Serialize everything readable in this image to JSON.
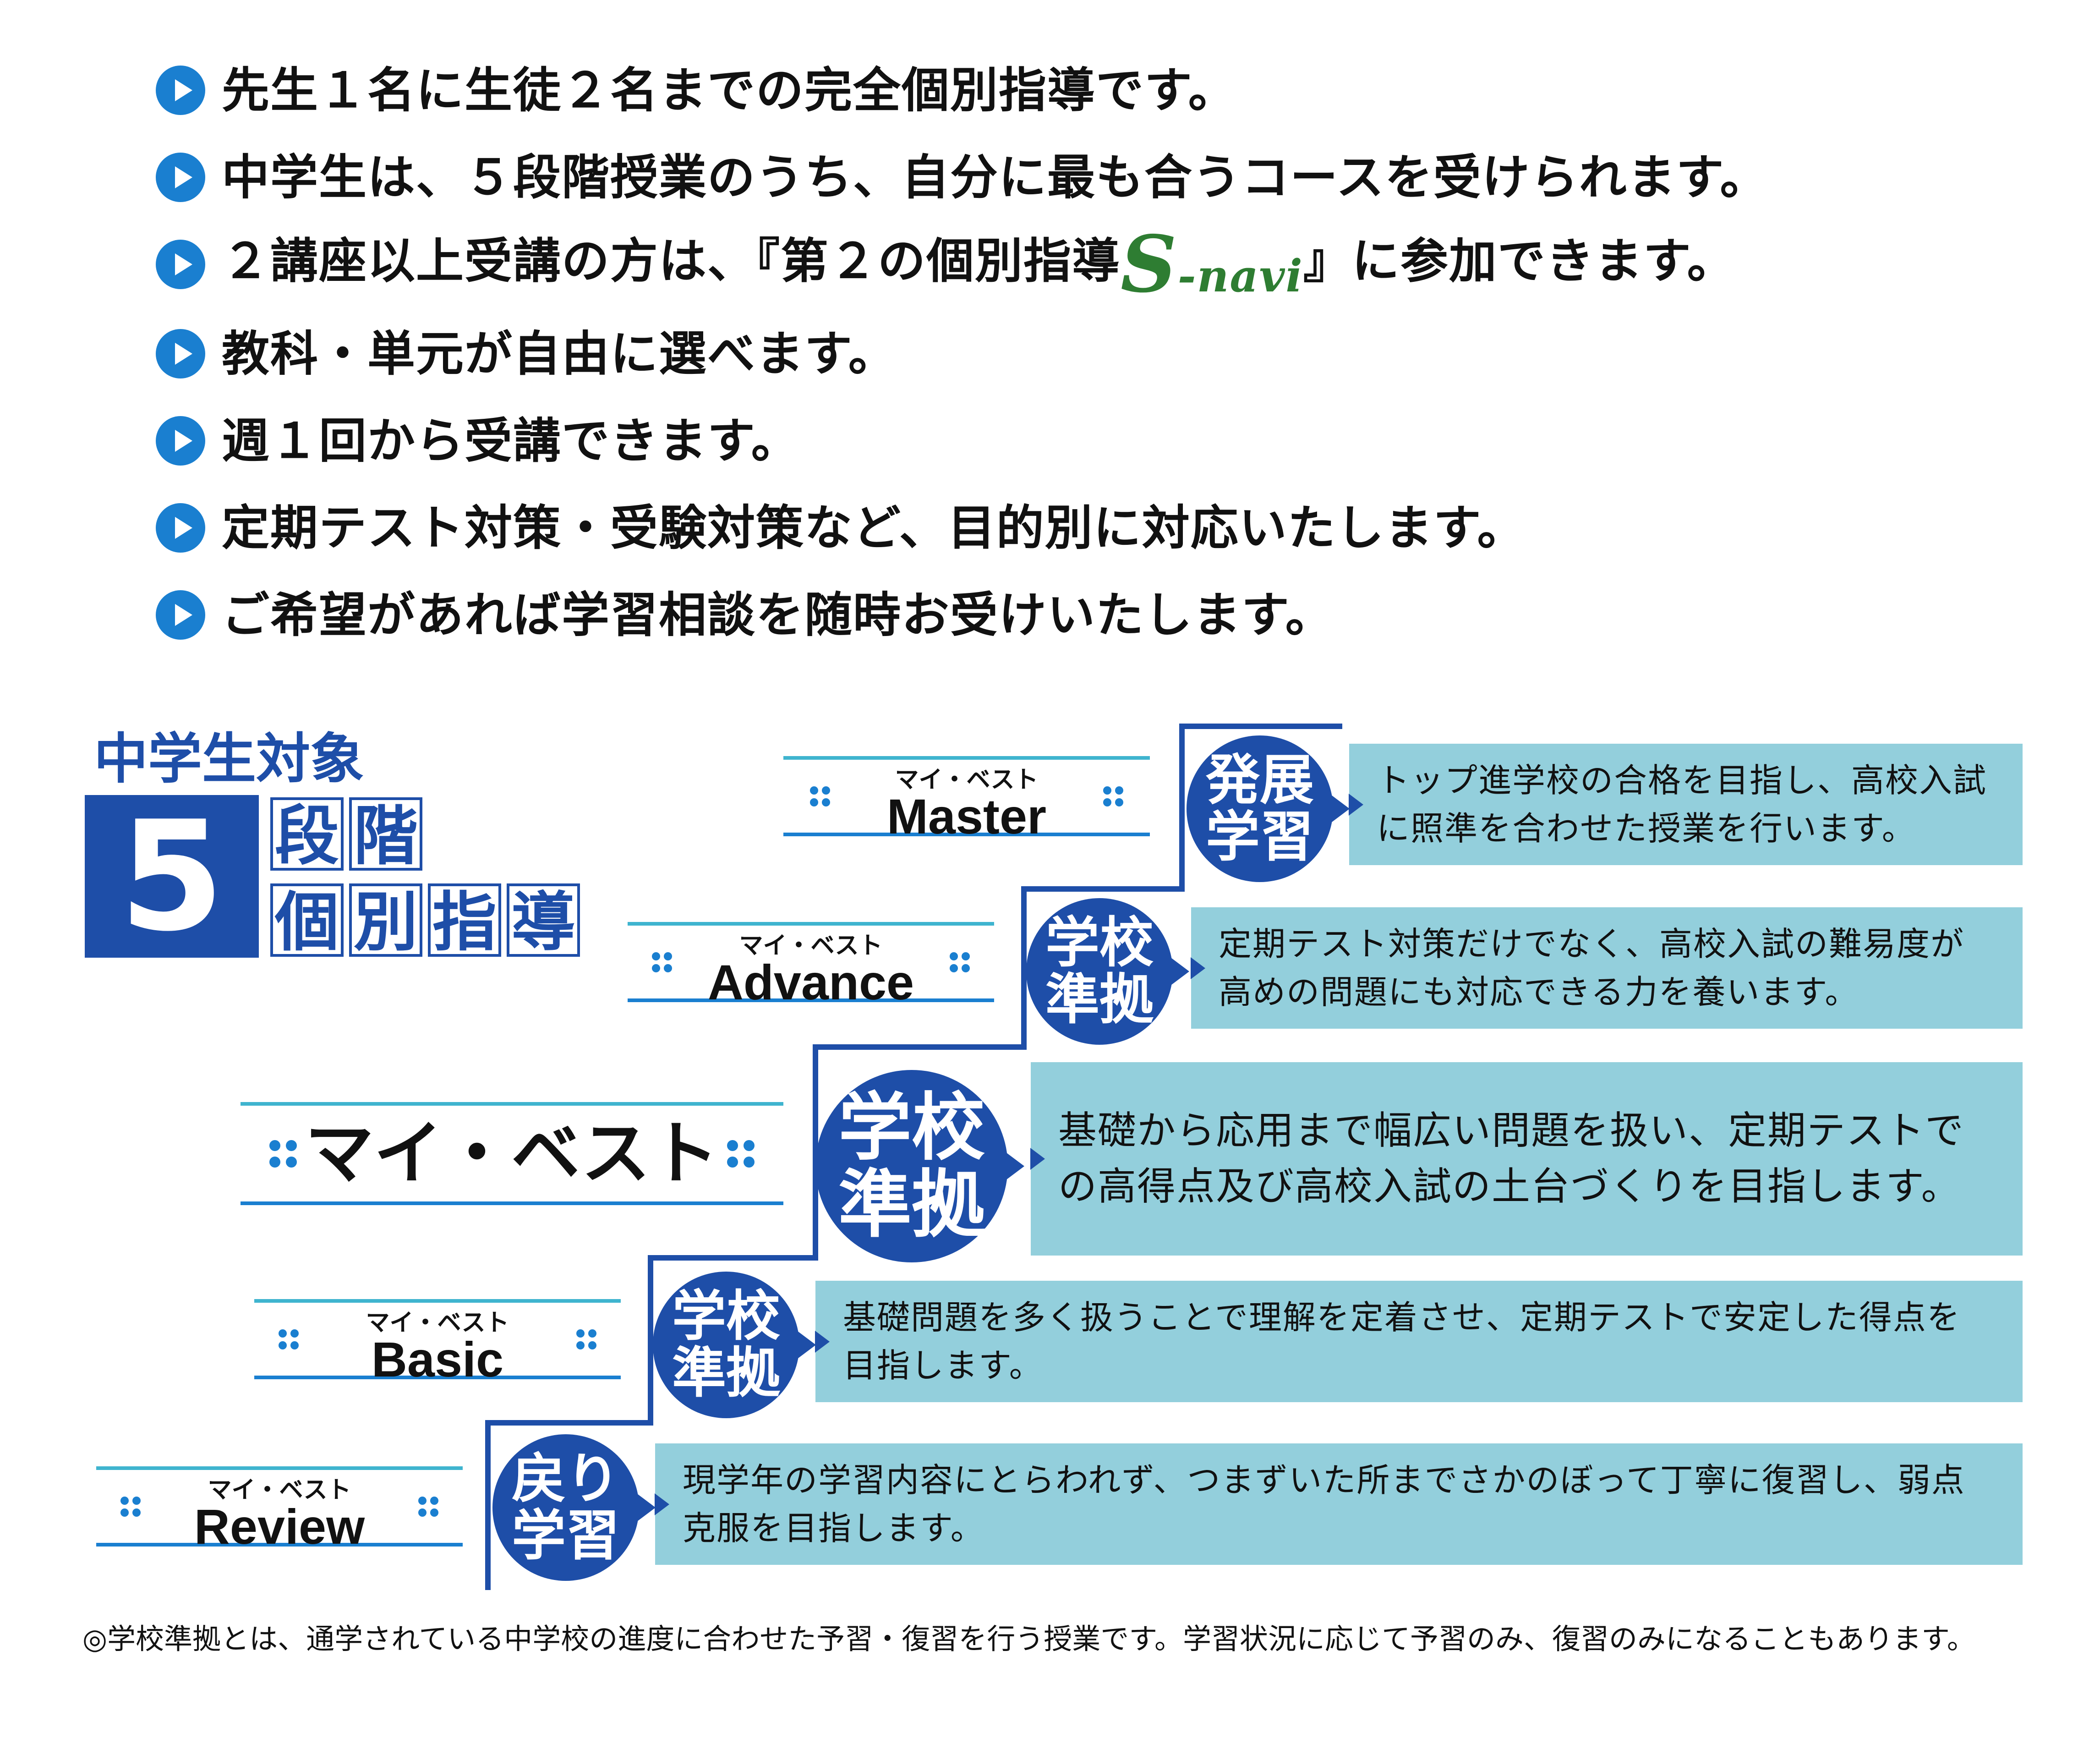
{
  "bullets": [
    {
      "text": "先生１名に生徒２名までの完全個別指導です。"
    },
    {
      "text": "中学生は、５段階授業のうち、自分に最も合うコースを受けられます。"
    },
    {
      "text_before": "２講座以上受講の方は、『第２の個別指導",
      "brand_s": "S",
      "brand_rest": "-navi",
      "text_after": "』に参加できます。"
    },
    {
      "text": "教科・単元が自由に選べます。"
    },
    {
      "text": "週１回から受講できます。"
    },
    {
      "text": "定期テスト対策・受験対策など、目的別に対応いたします。"
    },
    {
      "text": "ご希望があれば学習相談を随時お受けいたします。"
    }
  ],
  "heading": {
    "target": "中学生対象",
    "number": "5",
    "line1": [
      "段",
      "階"
    ],
    "line2": [
      "個",
      "別",
      "指",
      "導"
    ]
  },
  "courses": {
    "master": {
      "sub": "マイ・ベスト",
      "main": "Master",
      "badge": [
        "発展",
        "学習"
      ],
      "desc": [
        "トップ進学校の合格を目指し、高校入試",
        "に照準を合わせた授業を行います。"
      ]
    },
    "advance": {
      "sub": "マイ・ベスト",
      "main": "Advance",
      "badge": [
        "学校",
        "準拠"
      ],
      "desc": [
        "定期テスト対策だけでなく、高校入試の難易度が",
        "高めの問題にも対応できる力を養います。"
      ]
    },
    "mybest": {
      "main": "マイ・ベスト",
      "badge": [
        "学校",
        "準拠"
      ],
      "desc": [
        "基礎から応用まで幅広い問題を扱い、定期テストで",
        "の高得点及び高校入試の土台づくりを目指します。"
      ]
    },
    "basic": {
      "sub": "マイ・ベスト",
      "main": "Basic",
      "badge": [
        "学校",
        "準拠"
      ],
      "desc": [
        "基礎問題を多く扱うことで理解を定着させ、定期テストで安定した得点を",
        "目指します。"
      ]
    },
    "review": {
      "sub": "マイ・ベスト",
      "main": "Review",
      "badge": [
        "戻り",
        "学習"
      ],
      "desc": [
        "現学年の学習内容にとらわれず、つまずいた所までさかのぼって丁寧に復習し、弱点",
        "克服を目指します。"
      ]
    }
  },
  "footnote": "◎学校準拠とは、通学されている中学校の進度に合わせた予習・復習を行う授業です。学習状況に応じて予習のみ、復習のみになることもあります。",
  "colors": {
    "navy": "#1e4ea8",
    "bullet_blue": "#1a7fd0",
    "teal_box": "#93cfdc",
    "line_cyan": "#3fb4cf",
    "brand_green": "#2e7d32"
  }
}
